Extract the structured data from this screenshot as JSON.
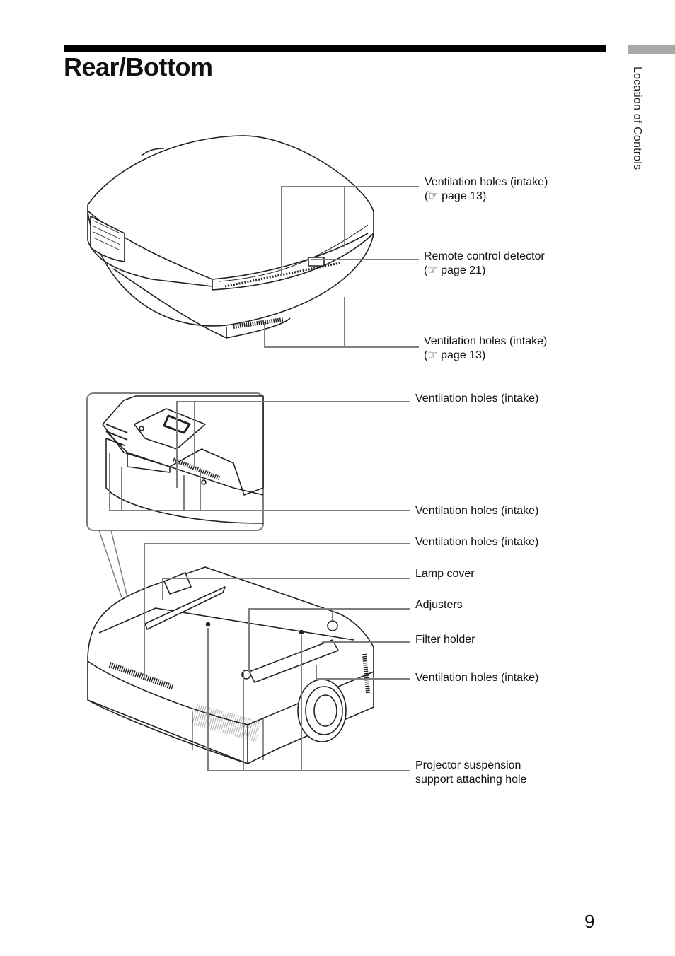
{
  "page": {
    "title": "Rear/Bottom",
    "side_label": "Location of Controls",
    "number": "9"
  },
  "callouts": [
    {
      "label": "Ventilation holes (intake)",
      "ref": "(☞ page 13)"
    },
    {
      "label": "Remote control detector",
      "ref": "(☞ page 21)"
    },
    {
      "label": "Ventilation holes (intake)",
      "ref": "(☞ page 13)"
    },
    {
      "label": "Ventilation holes (intake)"
    },
    {
      "label": "Ventilation holes (intake)"
    },
    {
      "label": "Ventilation holes (intake)"
    },
    {
      "label": "Lamp cover"
    },
    {
      "label": "Adjusters"
    },
    {
      "label": "Filter holder"
    },
    {
      "label": "Ventilation holes (intake)"
    },
    {
      "label": "Projector suspension support attaching hole"
    }
  ],
  "colors": {
    "leader_line": "#808080",
    "outline": "#222222",
    "tab": "#a8a8a8"
  }
}
